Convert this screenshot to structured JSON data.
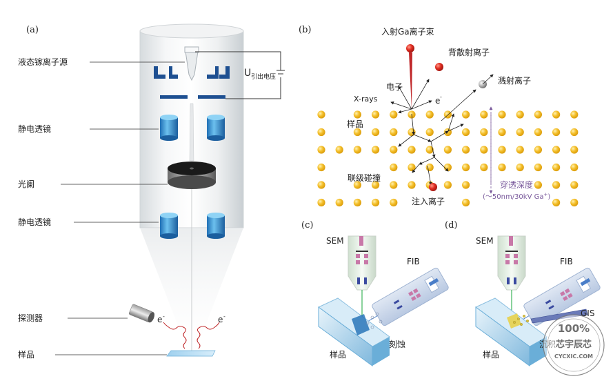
{
  "panels": {
    "a": {
      "tag": "(a)",
      "source_label": "液态镓离子源",
      "voltage_label": "U",
      "voltage_sub": "引出电压",
      "lens_top_label": "静电透镜",
      "aperture_label": "光阑",
      "lens_bottom_label": "静电透镜",
      "detector_label": "探测器",
      "electron_left": "e",
      "electron_right": "e",
      "electron_sup": "-",
      "sample_label": "样品"
    },
    "b": {
      "tag": "(b)",
      "incident_label": "入射Ga离子束",
      "backscatter_label": "背散射离子",
      "electron_label": "电子",
      "sputter_label": "溅射离子",
      "xray_label": "X-rays",
      "electron_symbol": "e",
      "electron_sup": "-",
      "sample_label": "样品",
      "cascade_label": "联级碰撞",
      "implant_label": "注入离子",
      "depth_label": "穿透深度",
      "depth_value": "(～50nm/30kV Ga",
      "depth_sup": "+",
      "depth_close": ")"
    },
    "c": {
      "tag": "(c)",
      "sem_label": "SEM",
      "fib_label": "FIB",
      "sample_label": "样品",
      "etch_label": "刻蚀"
    },
    "d": {
      "tag": "(d)",
      "sem_label": "SEM",
      "fib_label": "FIB",
      "gis_label": "GIS",
      "sample_label": "样品",
      "deposit_label": "沉积"
    }
  },
  "watermark": {
    "percent": "100%",
    "name": "芯宇辰芯",
    "site": "CYCXIC.COM"
  },
  "colors": {
    "column_blue": "#1d4f91",
    "lens_blue": "#3b8fd0",
    "atom_gold": "#f2b61c",
    "ion_red": "#d9251c",
    "sputter_gray": "#9a9a9a",
    "beam_red": "#c0282a",
    "sem_pink": "#c878a8",
    "fib_blue": "#4a7ec8"
  }
}
